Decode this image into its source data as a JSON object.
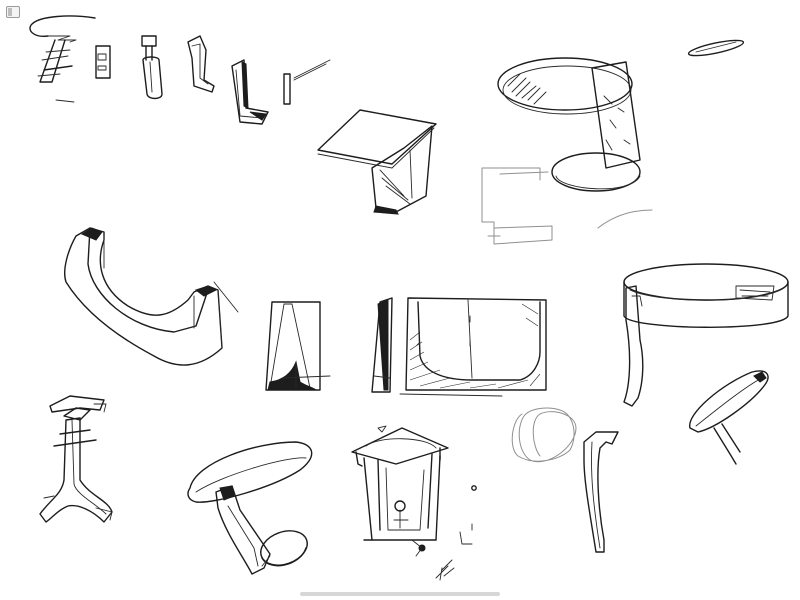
{
  "app": {
    "name": "",
    "view": "sketch-canvas"
  },
  "toolbar": {
    "sidebar_toggle_icon": "sidebar-icon"
  },
  "canvas": {
    "background": "#ffffff",
    "ink_color": "#1d1d1d",
    "faint_ink_color": "#8f8f8f",
    "sketches": [
      "sketch-stool-profile",
      "sketch-small-block",
      "sketch-cylinder-peg",
      "sketch-bent-bracket",
      "sketch-corner-leg",
      "sketch-tiny-leg",
      "sketch-slab-table",
      "sketch-oval-table-top-right",
      "sketch-floating-oval",
      "sketch-u-bench",
      "sketch-tapered-leg-front",
      "sketch-tapered-leg-side",
      "sketch-u-frame-section",
      "sketch-round-table-outline",
      "sketch-cross-base",
      "sketch-cantilever-table",
      "sketch-pedestal-table",
      "sketch-scribble-loops",
      "sketch-curved-leg",
      "sketch-paddle-table"
    ]
  },
  "system": {
    "home_indicator": true
  }
}
